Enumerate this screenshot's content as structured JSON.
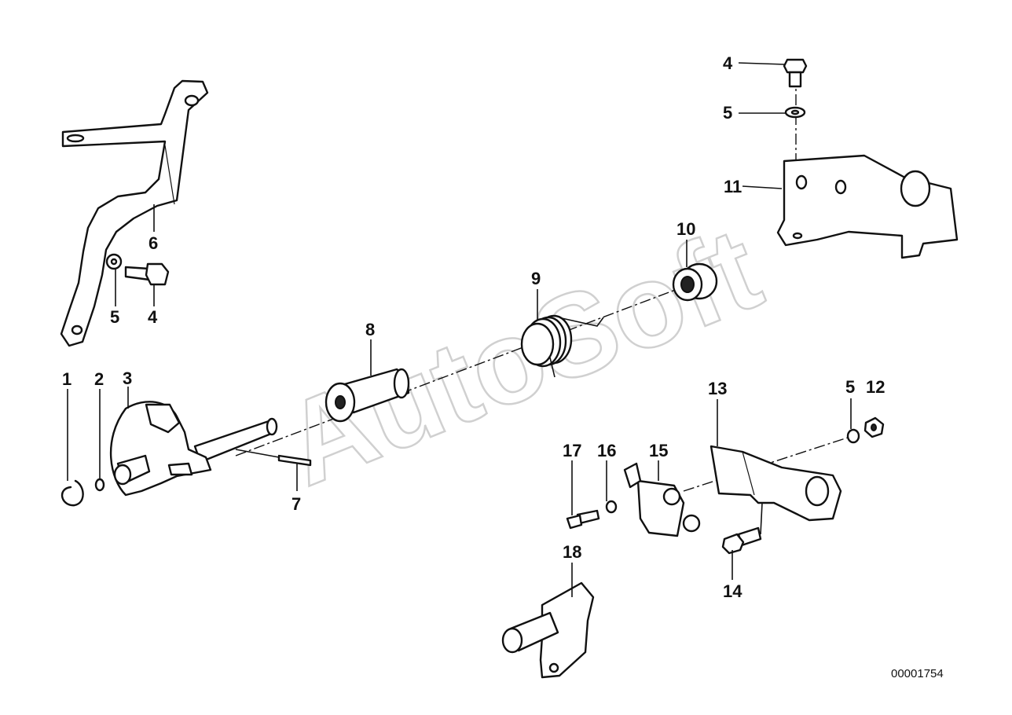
{
  "diagram": {
    "document_number": "00001754",
    "watermark": "AutoSoft",
    "callouts": [
      {
        "id": "c4-top",
        "label": "4"
      },
      {
        "id": "c5-top",
        "label": "5"
      },
      {
        "id": "c11",
        "label": "11"
      },
      {
        "id": "c6",
        "label": "6"
      },
      {
        "id": "c5-left",
        "label": "5"
      },
      {
        "id": "c4-left",
        "label": "4"
      },
      {
        "id": "c10",
        "label": "10"
      },
      {
        "id": "c9",
        "label": "9"
      },
      {
        "id": "c8",
        "label": "8"
      },
      {
        "id": "c1",
        "label": "1"
      },
      {
        "id": "c2",
        "label": "2"
      },
      {
        "id": "c3",
        "label": "3"
      },
      {
        "id": "c7",
        "label": "7"
      },
      {
        "id": "c13",
        "label": "13"
      },
      {
        "id": "c5-right",
        "label": "5"
      },
      {
        "id": "c12",
        "label": "12"
      },
      {
        "id": "c17",
        "label": "17"
      },
      {
        "id": "c16",
        "label": "16"
      },
      {
        "id": "c15",
        "label": "15"
      },
      {
        "id": "c14",
        "label": "14"
      },
      {
        "id": "c18",
        "label": "18"
      }
    ],
    "parts": [
      {
        "number": "1",
        "icon": "circlip-icon"
      },
      {
        "number": "2",
        "icon": "snap-ring-icon"
      },
      {
        "number": "3",
        "icon": "lever-icon"
      },
      {
        "number": "4",
        "icon": "hex-bolt-icon"
      },
      {
        "number": "5",
        "icon": "washer-icon"
      },
      {
        "number": "6",
        "icon": "bracket-icon"
      },
      {
        "number": "7",
        "icon": "pin-icon"
      },
      {
        "number": "8",
        "icon": "bushing-icon"
      },
      {
        "number": "9",
        "icon": "torsion-spring-icon"
      },
      {
        "number": "10",
        "icon": "bearing-bush-icon"
      },
      {
        "number": "11",
        "icon": "holder-icon"
      },
      {
        "number": "12",
        "icon": "hex-nut-icon"
      },
      {
        "number": "13",
        "icon": "switch-bracket-icon"
      },
      {
        "number": "14",
        "icon": "hex-bolt-icon"
      },
      {
        "number": "15",
        "icon": "microswitch-icon"
      },
      {
        "number": "16",
        "icon": "washer-icon"
      },
      {
        "number": "17",
        "icon": "screw-icon"
      },
      {
        "number": "18",
        "icon": "lever-arm-icon"
      }
    ]
  }
}
